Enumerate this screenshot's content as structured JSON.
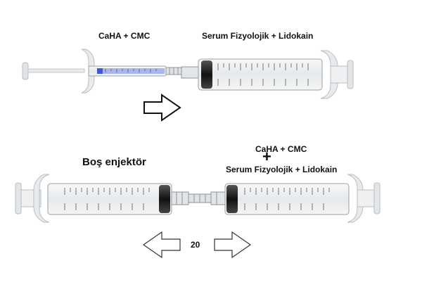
{
  "labels": {
    "caha_cmc_top": "CaHA + CMC",
    "serum_top": "Serum Fizyolojik + Lidokain",
    "bos_enjektor": "Boş enjektör",
    "caha_cmc_bottom": "CaHA + CMC",
    "plus": "+",
    "serum_bottom": "Serum Fizyolojik + Lidokain",
    "count": "20"
  },
  "icons": {
    "arrow_top": "arrow-right-icon",
    "arrow_left": "arrow-left-icon",
    "arrow_right": "arrow-right-icon"
  },
  "colors": {
    "barrel": "#eef0f1",
    "barrel_edge": "#b9bec2",
    "plunger_tip": "#222222",
    "scale": "#555555",
    "liquid_blue": "#3d5bd8"
  }
}
